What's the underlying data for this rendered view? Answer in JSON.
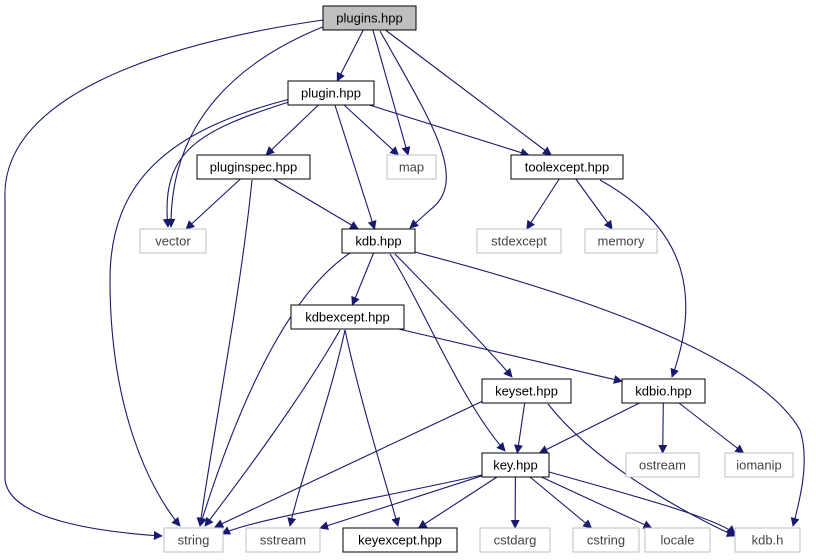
{
  "nodes": [
    {
      "id": "plugins_hpp",
      "label": "plugins.hpp",
      "style": "highlight"
    },
    {
      "id": "plugin_hpp",
      "label": "plugin.hpp",
      "style": "local"
    },
    {
      "id": "pluginspec_hpp",
      "label": "pluginspec.hpp",
      "style": "local"
    },
    {
      "id": "map",
      "label": "map",
      "style": "system"
    },
    {
      "id": "toolexcept_hpp",
      "label": "toolexcept.hpp",
      "style": "local"
    },
    {
      "id": "vector",
      "label": "vector",
      "style": "system"
    },
    {
      "id": "kdb_hpp",
      "label": "kdb.hpp",
      "style": "local"
    },
    {
      "id": "stdexcept",
      "label": "stdexcept",
      "style": "system"
    },
    {
      "id": "memory",
      "label": "memory",
      "style": "system"
    },
    {
      "id": "kdbexcept_hpp",
      "label": "kdbexcept.hpp",
      "style": "local"
    },
    {
      "id": "keyset_hpp",
      "label": "keyset.hpp",
      "style": "local"
    },
    {
      "id": "kdbio_hpp",
      "label": "kdbio.hpp",
      "style": "local"
    },
    {
      "id": "key_hpp",
      "label": "key.hpp",
      "style": "local"
    },
    {
      "id": "ostream",
      "label": "ostream",
      "style": "system"
    },
    {
      "id": "iomanip",
      "label": "iomanip",
      "style": "system"
    },
    {
      "id": "string",
      "label": "string",
      "style": "system"
    },
    {
      "id": "sstream",
      "label": "sstream",
      "style": "system"
    },
    {
      "id": "keyexcept_hpp",
      "label": "keyexcept.hpp",
      "style": "local"
    },
    {
      "id": "cstdarg",
      "label": "cstdarg",
      "style": "system"
    },
    {
      "id": "cstring",
      "label": "cstring",
      "style": "system"
    },
    {
      "id": "locale",
      "label": "locale",
      "style": "system"
    },
    {
      "id": "kdb_h",
      "label": "kdb.h",
      "style": "system"
    }
  ],
  "edges": [
    [
      "plugins_hpp",
      "plugin_hpp"
    ],
    [
      "plugins_hpp",
      "vector"
    ],
    [
      "plugins_hpp",
      "string"
    ],
    [
      "plugins_hpp",
      "map"
    ],
    [
      "plugins_hpp",
      "kdb_hpp"
    ],
    [
      "plugins_hpp",
      "toolexcept_hpp"
    ],
    [
      "plugin_hpp",
      "pluginspec_hpp"
    ],
    [
      "plugin_hpp",
      "vector"
    ],
    [
      "plugin_hpp",
      "map"
    ],
    [
      "plugin_hpp",
      "toolexcept_hpp"
    ],
    [
      "plugin_hpp",
      "kdb_hpp"
    ],
    [
      "plugin_hpp",
      "string"
    ],
    [
      "pluginspec_hpp",
      "vector"
    ],
    [
      "pluginspec_hpp",
      "kdb_hpp"
    ],
    [
      "pluginspec_hpp",
      "string"
    ],
    [
      "toolexcept_hpp",
      "stdexcept"
    ],
    [
      "toolexcept_hpp",
      "memory"
    ],
    [
      "toolexcept_hpp",
      "kdbio_hpp"
    ],
    [
      "kdb_hpp",
      "kdbexcept_hpp"
    ],
    [
      "kdb_hpp",
      "keyset_hpp"
    ],
    [
      "kdb_hpp",
      "key_hpp"
    ],
    [
      "kdb_hpp",
      "string"
    ],
    [
      "kdb_hpp",
      "kdb_h"
    ],
    [
      "kdbexcept_hpp",
      "kdbio_hpp"
    ],
    [
      "kdbexcept_hpp",
      "string"
    ],
    [
      "kdbexcept_hpp",
      "sstream"
    ],
    [
      "kdbexcept_hpp",
      "keyexcept_hpp"
    ],
    [
      "keyset_hpp",
      "key_hpp"
    ],
    [
      "keyset_hpp",
      "string"
    ],
    [
      "keyset_hpp",
      "kdb_h"
    ],
    [
      "kdbio_hpp",
      "key_hpp"
    ],
    [
      "kdbio_hpp",
      "ostream"
    ],
    [
      "kdbio_hpp",
      "iomanip"
    ],
    [
      "key_hpp",
      "string"
    ],
    [
      "key_hpp",
      "sstream"
    ],
    [
      "key_hpp",
      "keyexcept_hpp"
    ],
    [
      "key_hpp",
      "cstdarg"
    ],
    [
      "key_hpp",
      "cstring"
    ],
    [
      "key_hpp",
      "locale"
    ],
    [
      "key_hpp",
      "kdb_h"
    ]
  ],
  "colors": {
    "edge": "#191970",
    "local_border": "#000000",
    "system_border": "#bfbfbf",
    "highlight_fill": "#bfbfbf",
    "system_text": "#444444"
  }
}
